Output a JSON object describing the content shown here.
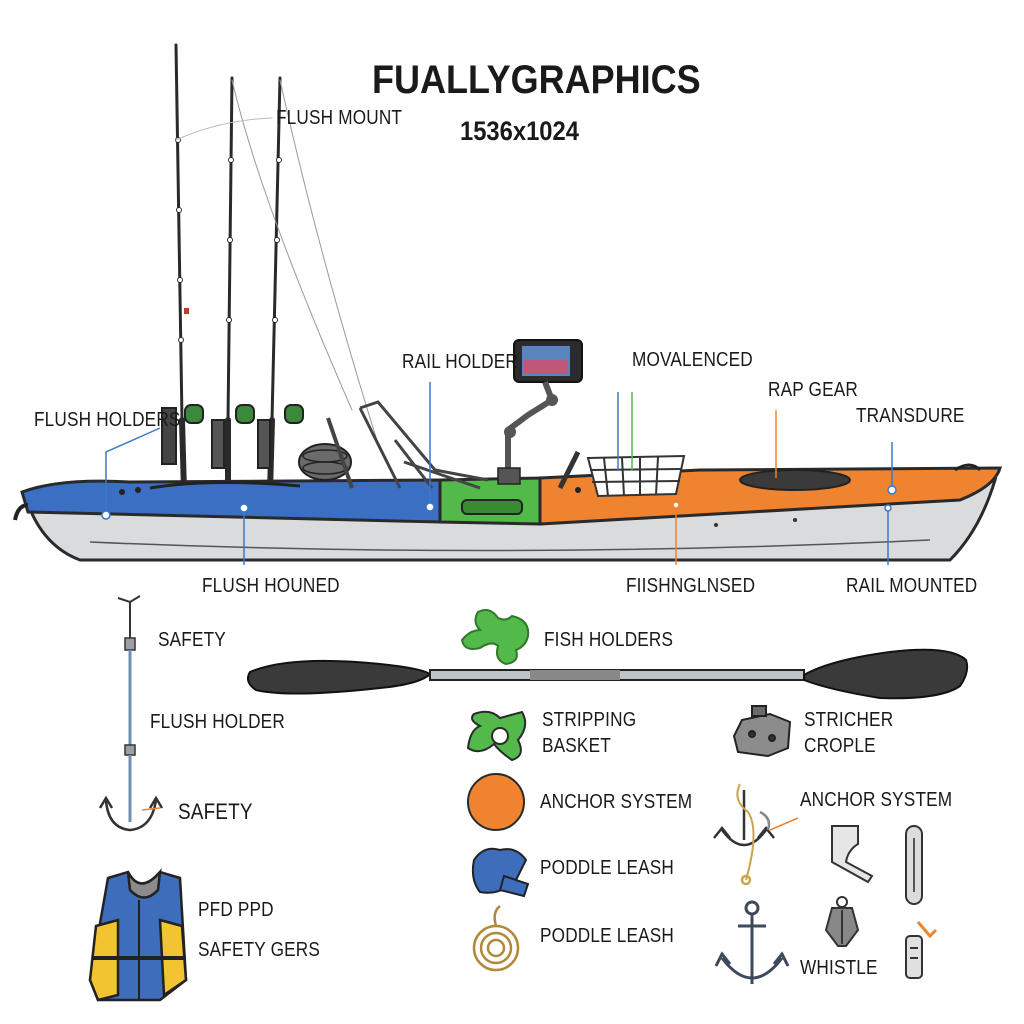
{
  "header": {
    "title": "FUALLYGRAPHICS",
    "subtitle": "1536x1024"
  },
  "kayak_labels": {
    "flush_mount": "FLUSH MOUNT",
    "flush_holders": "FLUSH HOLDERS",
    "rail_holder": "RAIL HOLDER",
    "movalenced": "MOVALENCED",
    "rap_gear": "RAP GEAR",
    "transdure": "TRANSDURE",
    "flush_houned": "FLUSH HOUNED",
    "fiishnglnsed": "FIISHNGLNSED",
    "rail_mounted": "RAIL MOUNTED"
  },
  "accessory_labels": {
    "safety_top": "SAFETY",
    "flush_holder": "FLUSH HOLDER",
    "safety_anchor": "SAFETY",
    "pfd": "PFD PPD",
    "safety_gers": "SAFETY GERS",
    "fish_holders": "FISH HOLDERS",
    "stripping_line1": "STRIPPING",
    "stripping_line2": "BASKET",
    "anchor_system_1": "ANCHOR SYSTEM",
    "poddle_leash_1": "PODDLE LEASH",
    "poddle_leash_2": "PODDLE LEASH",
    "stricher_line1": "STRICHER",
    "stricher_line2": "CROPLE",
    "anchor_system_2": "ANCHOR SYSTEM",
    "whistle": "WHISTLE"
  },
  "colors": {
    "hull_blue": "#3a6fc4",
    "hull_green": "#52b94a",
    "hull_orange": "#f0832f",
    "hull_grey": "#d9dbdd",
    "leader_blue": "#3c78c8",
    "leader_orange": "#f0832f",
    "outline": "#2a2a2a"
  },
  "icons": [
    "fishing-rod-icon",
    "fishfinder-icon",
    "seat-icon",
    "crate-icon",
    "paddle-icon",
    "anchor-icon",
    "pfd-vest-icon",
    "rope-coil-icon",
    "clip-icon",
    "whistle-icon"
  ]
}
